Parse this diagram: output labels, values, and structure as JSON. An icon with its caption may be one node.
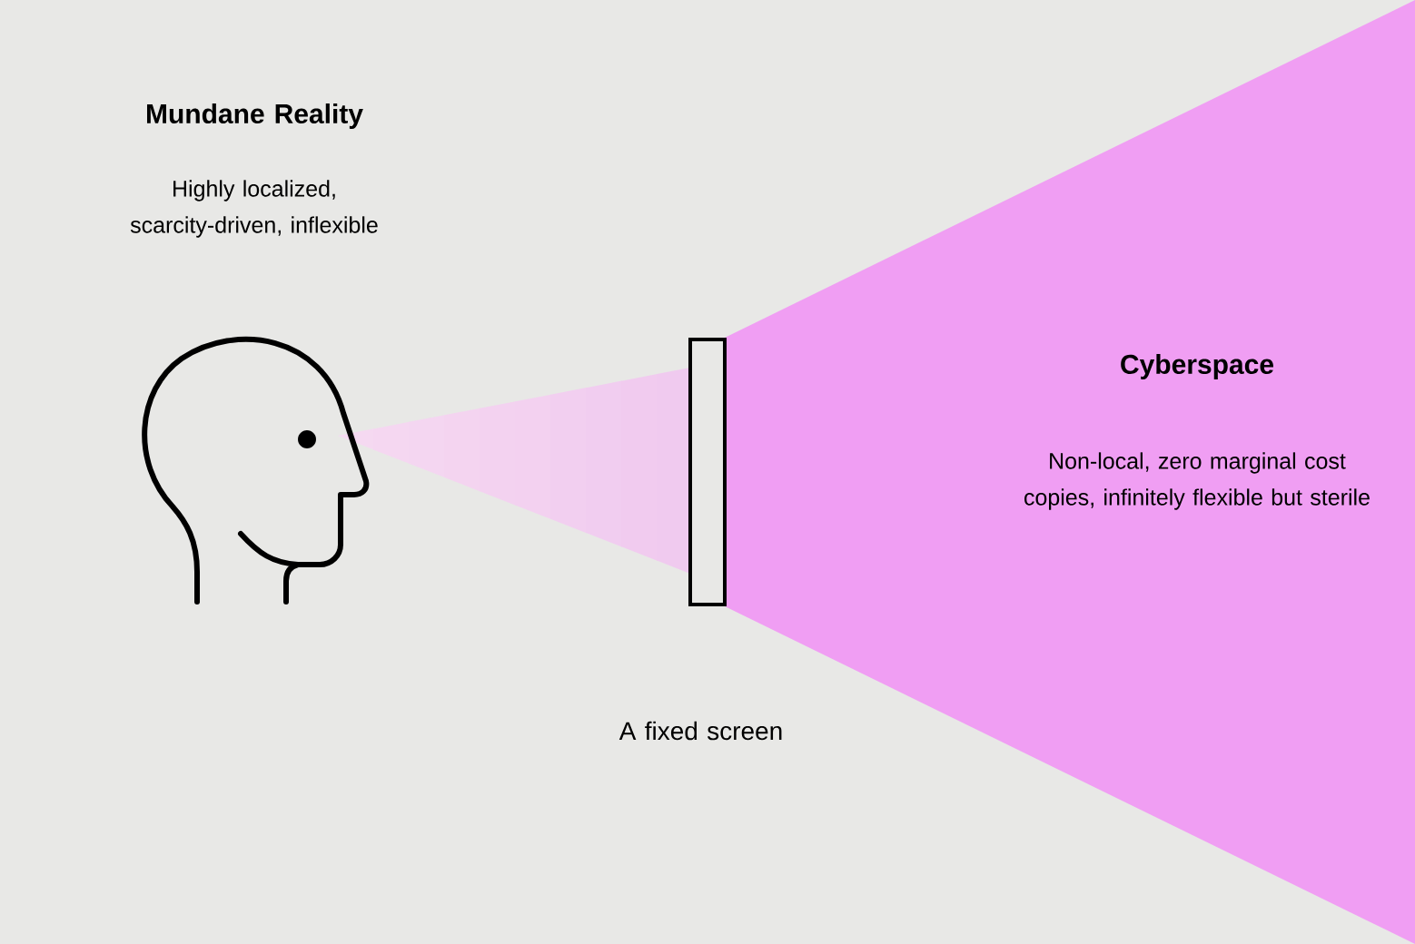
{
  "diagram": {
    "labels": [
      "Mundane Reality",
      "Highly localized, scarcity-driven, inflexible",
      "Cyberspace",
      "Non-local, zero marginal cost copies, infinitely flexible but sterile",
      "A fixed screen"
    ]
  }
}
